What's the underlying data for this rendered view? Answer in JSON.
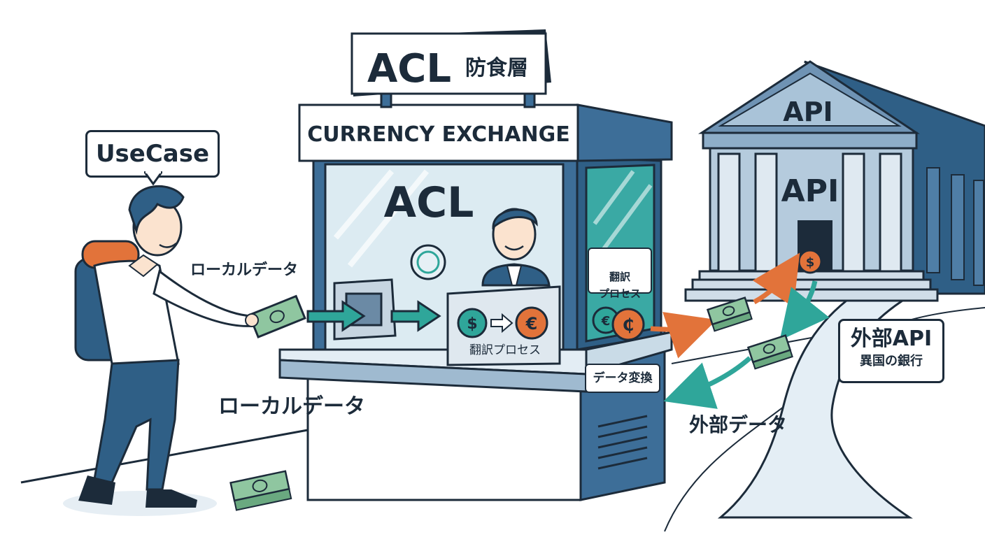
{
  "sign": {
    "title": "ACL",
    "subtitle": "防食層"
  },
  "booth": {
    "banner": "CURRENCY EXCHANGE",
    "window_label": "ACL",
    "process_label": "翻訳プロセス",
    "side_process_label": "翻訳\nプロセス",
    "conversion_label": "データ変換"
  },
  "user": {
    "bubble": "UseCase",
    "hand_label": "ローカルデータ",
    "ground_label": "ローカルデータ"
  },
  "bank": {
    "pediment_label": "API",
    "facade_label": "API",
    "sign_title": "外部API",
    "sign_subtitle": "異国の銀行"
  },
  "external_data_label": "外部データ",
  "colors": {
    "outline": "#1c2b3a",
    "steel_blue": "#3d6e98",
    "pale_blue": "#d6e6ef",
    "teal": "#2fa69a",
    "orange": "#e2733a",
    "money_green": "#8fc6a0"
  },
  "icons": [
    "dollar-coin-icon",
    "euro-coin-icon",
    "arrow-right-icon",
    "cash-stack-icon",
    "porthole-icon"
  ]
}
